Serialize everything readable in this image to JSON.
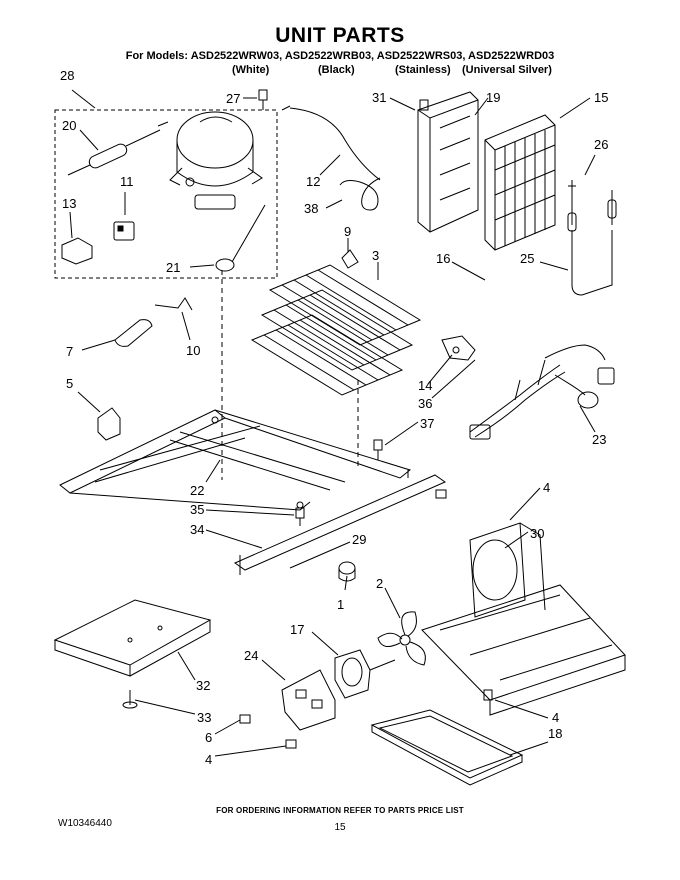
{
  "header": {
    "title": "UNIT PARTS",
    "models_line": "For Models: ASD2522WRW03, ASD2522WRB03, ASD2522WRS03, ASD2522WRD03",
    "variants": [
      "(White)",
      "(Black)",
      "(Stainless)",
      "(Universal Silver)"
    ]
  },
  "callouts": [
    "28",
    "27",
    "31",
    "19",
    "15",
    "20",
    "12",
    "11",
    "38",
    "26",
    "13",
    "9",
    "3",
    "16",
    "25",
    "21",
    "7",
    "10",
    "14",
    "36",
    "23",
    "5",
    "37",
    "22",
    "35",
    "4",
    "34",
    "29",
    "30",
    "1",
    "2",
    "32",
    "24",
    "17",
    "33",
    "6",
    "4",
    "4",
    "18"
  ],
  "footer": {
    "ordering_note": "FOR ORDERING INFORMATION REFER TO PARTS PRICE LIST",
    "document_number": "W10346440",
    "page_number": "15"
  }
}
